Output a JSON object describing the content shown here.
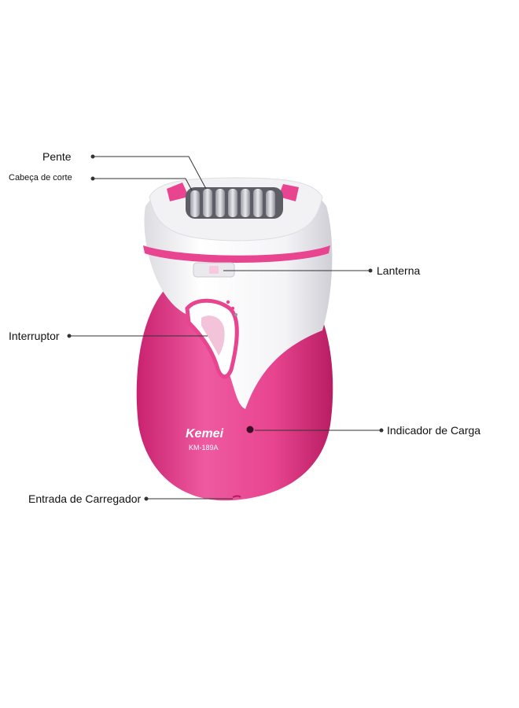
{
  "labels": {
    "pente": "Pente",
    "cabeca_de_corte": "Cabeça de corte",
    "lanterna": "Lanterna",
    "interruptor": "Interruptor",
    "indicador_de_carga": "Indicador de Carga",
    "entrada_de_carregador": "Entrada de Carregador"
  },
  "device": {
    "brand": "Kemei",
    "model": "KM-189A"
  },
  "colors": {
    "body_pink": "#e8448f",
    "body_white": "#f7f7f9",
    "leader_line": "#333333"
  }
}
